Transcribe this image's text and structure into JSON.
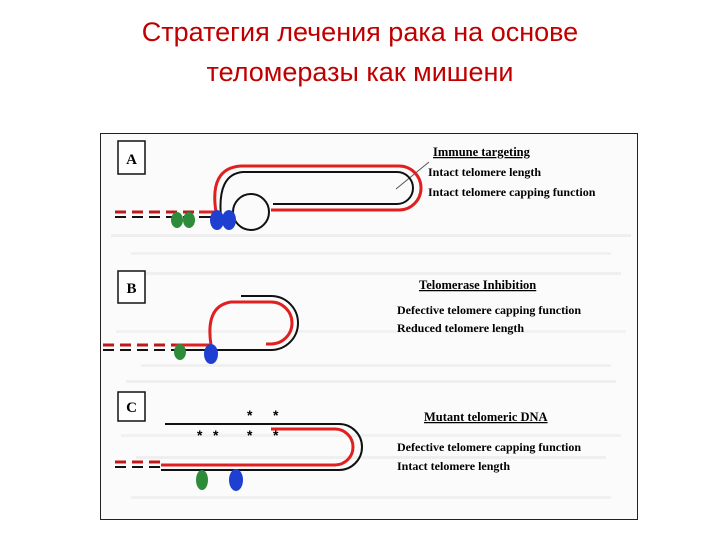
{
  "slide": {
    "title_line1": "Стратегия лечения рака на основе",
    "title_line2": "теломеразы как мишени"
  },
  "colors": {
    "title": "#c00000",
    "strand_red": "#e02020",
    "strand_black": "#111111",
    "protein_green": "#2e8b3a",
    "protein_blue": "#1f3fd0"
  },
  "panels": {
    "a": {
      "letter": "A",
      "heading": "Immune targeting",
      "line1": "Intact telomere length",
      "line2": "Intact telomere capping function"
    },
    "b": {
      "letter": "B",
      "heading": "Telomerase Inhibition",
      "line1": "Defective telomere capping function",
      "line2": "Reduced telomere length"
    },
    "c": {
      "letter": "C",
      "heading": "Mutant telomeric DNA",
      "line1": "Defective telomere capping function",
      "line2": "Intact telomere length",
      "mutation_mark": "*"
    }
  }
}
